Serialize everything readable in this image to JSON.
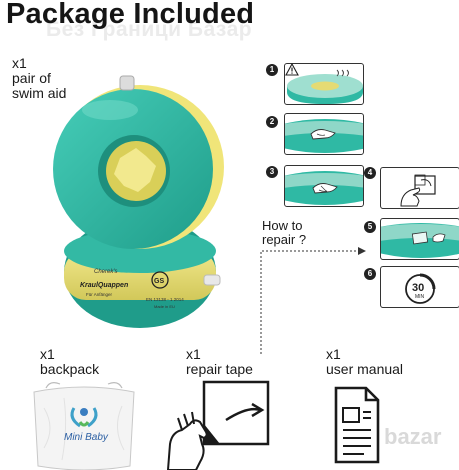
{
  "title": "Package Included",
  "watermark_top": "Без Граници Базар",
  "watermark_bottom": "bazar",
  "swim_aid": {
    "qty": "x1",
    "line1": "pair of",
    "line2": "swim aid",
    "label_line1": "Cherek's",
    "label_brand": "KraulQuappen",
    "label_sub": "Für Anfänger",
    "label_std": "EN 13138 - 1 2014",
    "label_made": "Made in EU",
    "label_mark": "GS"
  },
  "backpack": {
    "qty": "x1",
    "label": "backpack",
    "brand": "Mini Baby"
  },
  "repair_tape": {
    "qty": "x1",
    "label": "repair tape"
  },
  "user_manual": {
    "qty": "x1",
    "label": "user manual"
  },
  "repair": {
    "how_to_line1": "How to",
    "how_to_line2": "repair ?",
    "steps": [
      "1",
      "2",
      "3",
      "4",
      "5",
      "6"
    ],
    "timer_value": "30",
    "timer_unit": "MIN"
  },
  "colors": {
    "teal": "#2fb9a4",
    "yellow": "#e5db74",
    "ink": "#1a1a1a"
  },
  "icons": [
    "warning-icon",
    "hand-icon",
    "tape-icon",
    "timer-icon",
    "document-icon"
  ]
}
